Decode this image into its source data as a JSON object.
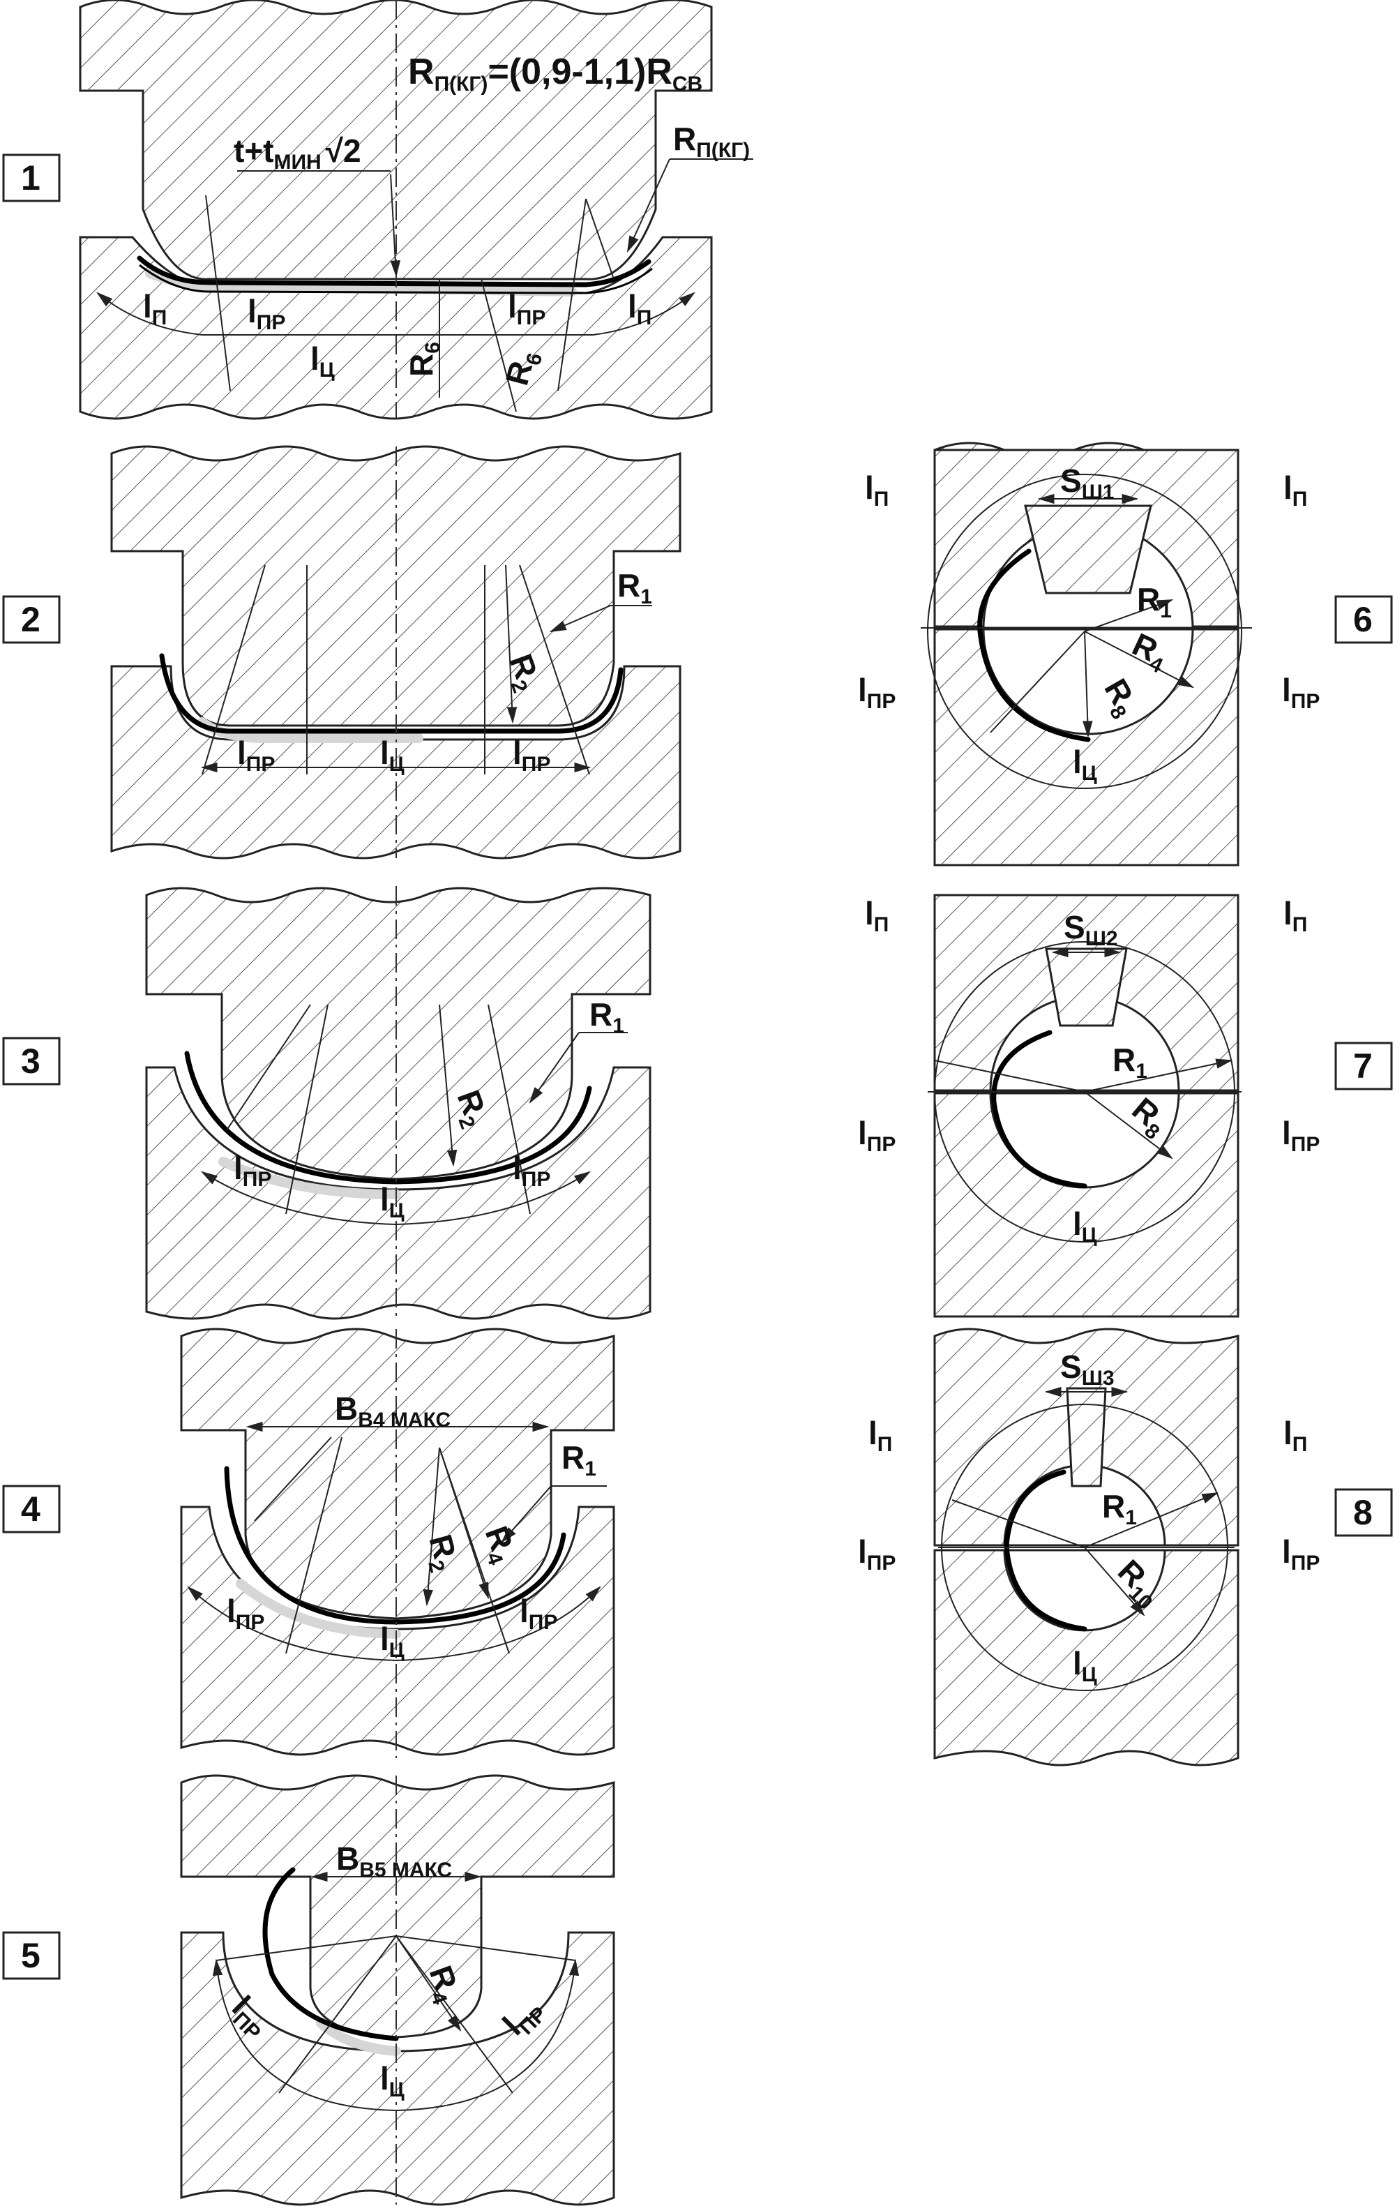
{
  "steps": [
    {
      "number": "1"
    },
    {
      "number": "2"
    },
    {
      "number": "3"
    },
    {
      "number": "4"
    },
    {
      "number": "5"
    },
    {
      "number": "6"
    },
    {
      "number": "7"
    },
    {
      "number": "8"
    }
  ],
  "labels": {
    "formula": "R",
    "formula_sub": "П(КГ)",
    "formula_tail": "=(0,9-1,1)R",
    "formula_tail_sub": "СВ",
    "rpkg": "R",
    "rpkg_sub": "П(КГ)",
    "tol": "t+t",
    "tol_sub": "МИН",
    "tol_root": "2",
    "l": "l",
    "l_p": "П",
    "l_pr": "ПР",
    "l_c": "Ц",
    "r": "R",
    "r1_sub": "1",
    "r2_sub": "2",
    "r4_sub": "4",
    "r6_sub": "6",
    "r8_sub": "8",
    "r10_sub": "10",
    "b": "B",
    "b4_sub": "B4 МАКС",
    "b5_sub": "B5 МАКС",
    "s": "S",
    "s1_sub": "Ш1",
    "s2_sub": "Ш2",
    "s3_sub": "Ш3"
  },
  "colors": {
    "r1": "#c9c41a",
    "r2": "#7ac41a",
    "r4": "#c8102e",
    "r6": "#c41ac4",
    "r8": "#1a6fc4",
    "r10": "#1ac4c4"
  }
}
